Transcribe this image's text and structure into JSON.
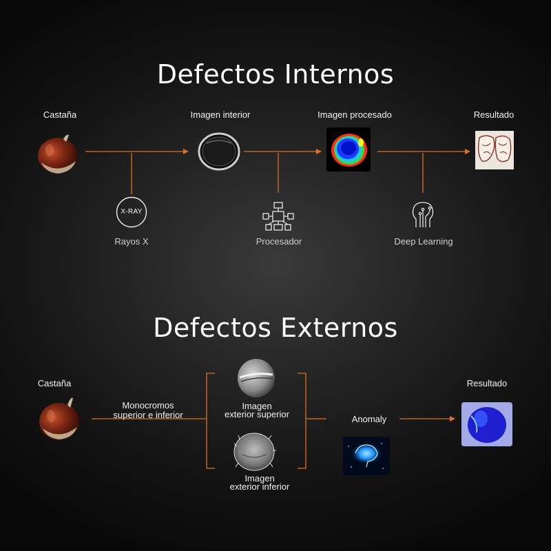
{
  "internos": {
    "title": "Defectos Internos",
    "castana": "Castaña",
    "imagen_interior": "Imagen interior",
    "imagen_procesado": "Imagen procesado",
    "resultado": "Resultado",
    "xray_badge": "X-RAY",
    "rayos_x": "Rayos X",
    "procesador": "Procesador",
    "deep_learning": "Deep Learning"
  },
  "externos": {
    "title": "Defectos Externos",
    "castana": "Castaña",
    "monocromos_1": "Monocromos",
    "monocromos_2": "superior e inferior",
    "imagen_sup_1": "Imagen",
    "imagen_sup_2": "exterior superior",
    "imagen_inf_1": "Imagen",
    "imagen_inf_2": "exterior inferior",
    "anomaly": "Anomaly",
    "resultado": "Resultado"
  },
  "colors": {
    "accent": "#e0711f",
    "background": "#1a1a1a"
  },
  "icons": [
    "chestnut-image",
    "xray-icon",
    "processor-icon",
    "brain-circuit-icon",
    "brain-glow-image"
  ]
}
